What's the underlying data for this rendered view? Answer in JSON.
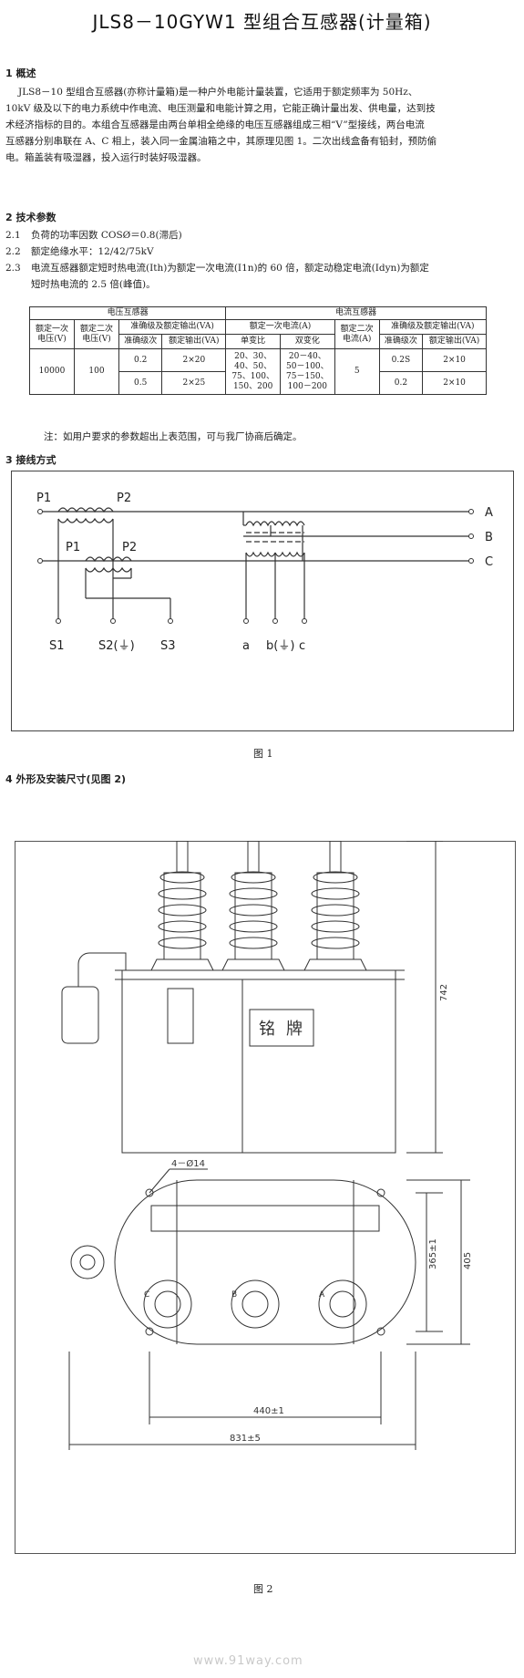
{
  "title": "JLS8－10GYW1 型组合互感器(计量箱)",
  "sec1": {
    "heading": "1  概述",
    "lines": [
      "JLS8－10 型组合互感器(亦称计量箱)是一种户外电能计量装置，它适用于额定频率为 50Hz、",
      "10kV 级及以下的电力系统中作电流、电压测量和电能计算之用，它能正确计量出发、供电量，达到技",
      "术经济指标的目的。本组合互感器是由两台单相全绝缘的电压互感器组成三相“V”型接线，两台电流",
      "互感器分别串联在 A、C 相上，装入同一金属油箱之中，其原理见图 1。二次出线盒备有铅封，预防偷",
      "电。箱盖装有吸湿器，投入运行时装好吸湿器。"
    ]
  },
  "sec2": {
    "heading": "2  技术参数",
    "items": [
      {
        "num": "2.1",
        "text": "负荷的功率因数 COSØ＝0.8(滞后)"
      },
      {
        "num": "2.2",
        "text": "额定绝缘水平：12/42/75kV"
      },
      {
        "num": "2.3",
        "text": "电流互感器额定短时热电流(Ith)为额定一次电流(I1n)的 60 倍，额定动稳定电流(Idyn)为额定"
      }
    ],
    "item23_cont": "短时热电流的 2.5 倍(峰值)。"
  },
  "table": {
    "vt_header": "电压互感器",
    "ct_header": "电流互感器",
    "vt_primary": "额定一次电压(V)",
    "vt_secondary": "额定二次电压(V)",
    "vt_acc_out": "准确级及额定输出(VA)",
    "acc_class": "准确级次",
    "rated_out": "额定输出(VA)",
    "ct_primary": "额定一次电流(A)",
    "single_ratio": "单变比",
    "dual_ratio": "双变化",
    "ct_secondary": "额定二次电流(A)",
    "ct_acc_out": "准确级及额定输出(VA)",
    "v1": "10000",
    "v2": "100",
    "vt_rows": [
      {
        "cls": "0.2",
        "out": "2×20"
      },
      {
        "cls": "0.5",
        "out": "2×25"
      }
    ],
    "single_vals": [
      "20、30、",
      "40、50、",
      "75、100、",
      "150、200"
    ],
    "dual_vals": [
      "20－40、",
      "50－100、",
      "75－150、",
      "100－200"
    ],
    "ct_sec_val": "5",
    "ct_rows": [
      {
        "cls": "0.2S",
        "out": "2×10"
      },
      {
        "cls": "0.2",
        "out": "2×10"
      }
    ]
  },
  "note": "注：如用户要求的参数超出上表范围，可与我厂协商后确定。",
  "sec3": {
    "heading": "3  接线方式"
  },
  "fig1": {
    "p1_top": "P1",
    "p2_top": "P2",
    "p1_mid": "P1",
    "p2_mid": "P2",
    "A": "A",
    "B": "B",
    "C": "C",
    "s1": "S1",
    "s2": "S2(⏚)",
    "s3": "S3",
    "a": "a",
    "b": "b(⏚)",
    "c": "c",
    "caption": "图 1"
  },
  "sec4": {
    "heading": "4  外形及安装尺寸(见图 2)"
  },
  "fig2": {
    "nameplate_1": "铭",
    "nameplate_2": "牌",
    "dim_742": "742",
    "dim_4phi14": "4－Ø14",
    "dim_365": "365±1",
    "dim_405": "405",
    "dim_440": "440±1",
    "dim_831": "831±5",
    "lbl_c": "C",
    "lbl_b": "B",
    "lbl_a": "A",
    "caption": "图 2"
  },
  "watermark": "www.91way.com"
}
